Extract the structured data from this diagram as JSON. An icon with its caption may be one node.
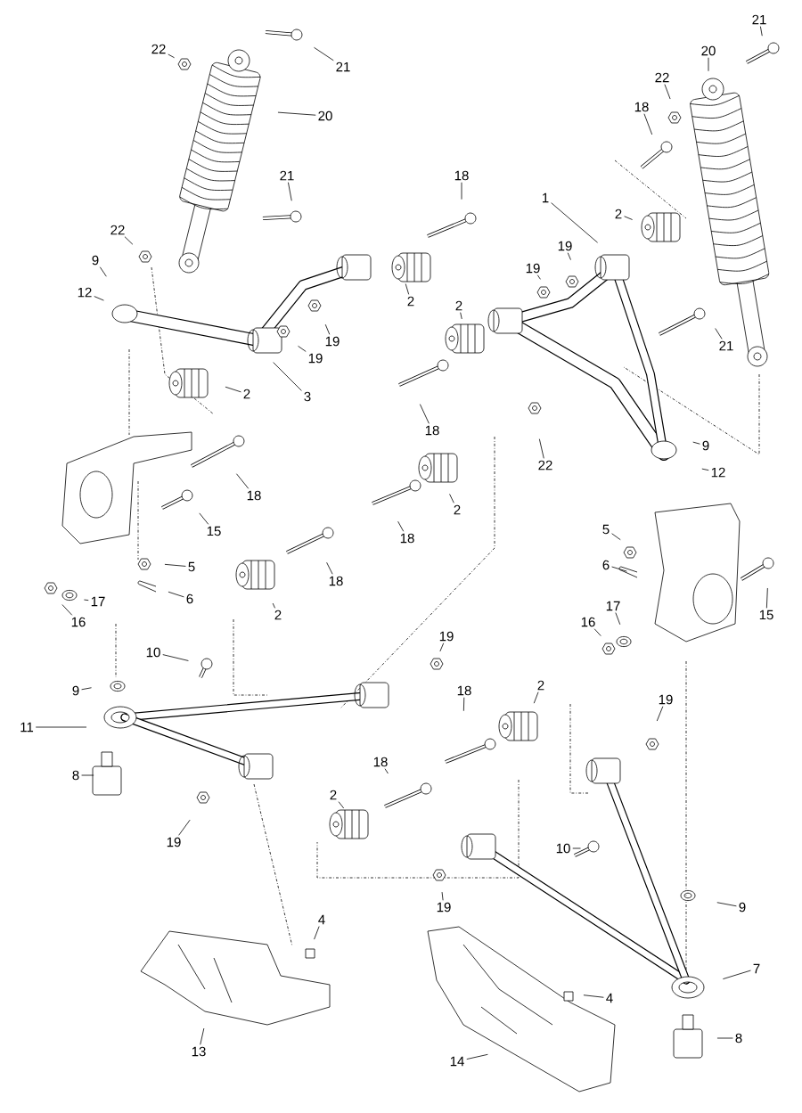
{
  "diagram": {
    "nodes": [
      {
        "text": [
          "22"
        ]
      },
      {
        "text": [
          "21"
        ]
      },
      {
        "text": [
          "20"
        ]
      },
      {
        "text": [
          "22"
        ]
      },
      {
        "text": [
          "21"
        ]
      },
      {
        "text": [
          "18"
        ]
      },
      {
        "text": [
          "9"
        ]
      },
      {
        "text": [
          "12"
        ]
      },
      {
        "text": [
          "2"
        ]
      },
      {
        "text": [
          "19"
        ]
      },
      {
        "text": [
          "19"
        ]
      },
      {
        "text": [
          "3"
        ]
      },
      {
        "text": [
          "2"
        ]
      },
      {
        "text": [
          "18"
        ]
      },
      {
        "text": [
          "15"
        ]
      },
      {
        "text": [
          "5"
        ]
      },
      {
        "text": [
          "6"
        ]
      },
      {
        "text": [
          "17"
        ]
      },
      {
        "text": [
          "16"
        ]
      },
      {
        "text": [
          "9"
        ]
      },
      {
        "text": [
          "10"
        ]
      },
      {
        "text": [
          "11"
        ]
      },
      {
        "text": [
          "8"
        ]
      },
      {
        "text": [
          "19"
        ]
      },
      {
        "text": [
          "13"
        ]
      },
      {
        "text": [
          "4"
        ]
      },
      {
        "text": [
          "2"
        ]
      },
      {
        "text": [
          "18"
        ]
      },
      {
        "text": [
          "18"
        ]
      },
      {
        "text": [
          "2"
        ]
      },
      {
        "text": [
          "18"
        ]
      },
      {
        "text": [
          "2"
        ]
      },
      {
        "text": [
          "19"
        ]
      },
      {
        "text": [
          "1"
        ]
      },
      {
        "text": [
          "2"
        ]
      },
      {
        "text": [
          "19"
        ]
      },
      {
        "text": [
          "19"
        ]
      },
      {
        "text": [
          "18"
        ]
      },
      {
        "text": [
          "22"
        ]
      },
      {
        "text": [
          "20"
        ]
      },
      {
        "text": [
          "21"
        ]
      },
      {
        "text": [
          "21"
        ]
      },
      {
        "text": [
          "22"
        ]
      },
      {
        "text": [
          "9"
        ]
      },
      {
        "text": [
          "12"
        ]
      },
      {
        "text": [
          "5"
        ]
      },
      {
        "text": [
          "6"
        ]
      },
      {
        "text": [
          "17"
        ]
      },
      {
        "text": [
          "16"
        ]
      },
      {
        "text": [
          "15"
        ]
      },
      {
        "text": [
          "19"
        ]
      },
      {
        "text": [
          "2"
        ]
      },
      {
        "text": [
          "18"
        ]
      },
      {
        "text": [
          "18"
        ]
      },
      {
        "text": [
          "2"
        ]
      },
      {
        "text": [
          "10"
        ]
      },
      {
        "text": [
          "19"
        ]
      },
      {
        "text": [
          "9"
        ]
      },
      {
        "text": [
          "7"
        ]
      },
      {
        "text": [
          "4"
        ]
      },
      {
        "text": [
          "8"
        ]
      },
      {
        "text": [
          "14"
        ]
      }
    ],
    "edges": [
      {
        "from": 0,
        "to": null,
        "arrow": "none"
      },
      {
        "from": 1,
        "to": null,
        "arrow": "none"
      },
      {
        "from": 2,
        "to": null,
        "arrow": "none"
      },
      {
        "from": 3,
        "to": null,
        "arrow": "none"
      },
      {
        "from": 4,
        "to": null,
        "arrow": "none"
      },
      {
        "from": 5,
        "to": null,
        "arrow": "none"
      },
      {
        "from": 6,
        "to": null,
        "arrow": "none"
      },
      {
        "from": 7,
        "to": null,
        "arrow": "none"
      },
      {
        "from": 8,
        "to": null,
        "arrow": "none"
      },
      {
        "from": 9,
        "to": null,
        "arrow": "none"
      },
      {
        "from": 10,
        "to": null,
        "arrow": "none"
      },
      {
        "from": 11,
        "to": null,
        "arrow": "none"
      },
      {
        "from": 12,
        "to": null,
        "arrow": "none"
      },
      {
        "from": 13,
        "to": null,
        "arrow": "none"
      },
      {
        "from": 14,
        "to": null,
        "arrow": "none"
      },
      {
        "from": 15,
        "to": null,
        "arrow": "none"
      },
      {
        "from": 16,
        "to": null,
        "arrow": "none"
      },
      {
        "from": 17,
        "to": null,
        "arrow": "none"
      },
      {
        "from": 18,
        "to": null,
        "arrow": "none"
      },
      {
        "from": 19,
        "to": null,
        "arrow": "none"
      },
      {
        "from": 20,
        "to": null,
        "arrow": "none"
      },
      {
        "from": 21,
        "to": null,
        "arrow": "none"
      },
      {
        "from": 22,
        "to": null,
        "arrow": "none"
      },
      {
        "from": 23,
        "to": null,
        "arrow": "none"
      },
      {
        "from": 24,
        "to": null,
        "arrow": "none"
      },
      {
        "from": 25,
        "to": null,
        "arrow": "none"
      },
      {
        "from": 26,
        "to": null,
        "arrow": "none"
      },
      {
        "from": 27,
        "to": null,
        "arrow": "none"
      },
      {
        "from": 28,
        "to": null,
        "arrow": "none"
      },
      {
        "from": 29,
        "to": null,
        "arrow": "none"
      },
      {
        "from": 30,
        "to": null,
        "arrow": "none"
      },
      {
        "from": 31,
        "to": null,
        "arrow": "none"
      },
      {
        "from": 32,
        "to": null,
        "arrow": "none"
      },
      {
        "from": 33,
        "to": null,
        "arrow": "none"
      },
      {
        "from": 34,
        "to": null,
        "arrow": "none"
      },
      {
        "from": 35,
        "to": null,
        "arrow": "none"
      },
      {
        "from": 36,
        "to": null,
        "arrow": "none"
      },
      {
        "from": 37,
        "to": null,
        "arrow": "none"
      },
      {
        "from": 38,
        "to": null,
        "arrow": "none"
      },
      {
        "from": 39,
        "to": null,
        "arrow": "none"
      },
      {
        "from": 40,
        "to": null,
        "arrow": "none"
      },
      {
        "from": 41,
        "to": null,
        "arrow": "none"
      },
      {
        "from": 42,
        "to": null,
        "arrow": "none"
      },
      {
        "from": 43,
        "to": null,
        "arrow": "none"
      },
      {
        "from": 44,
        "to": null,
        "arrow": "none"
      },
      {
        "from": 45,
        "to": null,
        "arrow": "none"
      },
      {
        "from": 46,
        "to": null,
        "arrow": "none"
      },
      {
        "from": 47,
        "to": null,
        "arrow": "none"
      },
      {
        "from": 48,
        "to": null,
        "arrow": "none"
      },
      {
        "from": 49,
        "to": null,
        "arrow": "none"
      },
      {
        "from": 50,
        "to": null,
        "arrow": "none"
      },
      {
        "from": 51,
        "to": null,
        "arrow": "none"
      },
      {
        "from": 52,
        "to": null,
        "arrow": "none"
      },
      {
        "from": 53,
        "to": null,
        "arrow": "none"
      },
      {
        "from": 54,
        "to": null,
        "arrow": "none"
      },
      {
        "from": 55,
        "to": null,
        "arrow": "none"
      },
      {
        "from": 56,
        "to": null,
        "arrow": "none"
      },
      {
        "from": 57,
        "to": null,
        "arrow": "none"
      },
      {
        "from": 58,
        "to": null,
        "arrow": "none"
      },
      {
        "from": 59,
        "to": null,
        "arrow": "none"
      },
      {
        "from": 60,
        "to": null,
        "arrow": "none"
      },
      {
        "from": 61,
        "to": null,
        "arrow": "none"
      }
    ]
  }
}
